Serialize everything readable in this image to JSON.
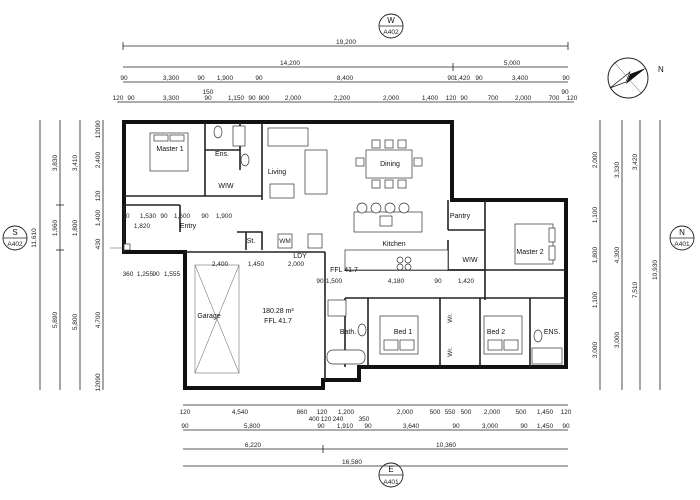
{
  "markers": {
    "west": {
      "letter": "W",
      "ref": "A402"
    },
    "south": {
      "letter": "S",
      "ref": "A402"
    },
    "north": {
      "letter": "N",
      "ref": "A401"
    },
    "east": {
      "letter": "E",
      "ref": "A401"
    }
  },
  "compass_label": "N",
  "rooms": {
    "master1": "Master 1",
    "ens_top": "Ens.",
    "wiw_top": "WIW",
    "living": "Living",
    "dining": "Dining",
    "kitchen": "Kitchen",
    "pantry": "Pantry",
    "entry": "Entry",
    "store": "St.",
    "wm": "WM",
    "ldy": "LDY",
    "ffl_ldy": "FFL 41.7",
    "wiw_mid": "WIW",
    "master2": "Master 2",
    "garage": "Garage",
    "garage_area": "180.28 m²",
    "garage_ffl": "FFL 41.7",
    "bath": "Bath.",
    "bed1": "Bed 1",
    "bed2": "Bed 2",
    "ens_right": "ENS.",
    "wr1": "Wr.",
    "wr2": "Wr."
  },
  "dims": {
    "top_overall": "19,200",
    "top_a": "14,200",
    "top_b": "5,000",
    "top_row1": [
      "90",
      "3,300",
      "90",
      "1,900",
      "90",
      "8,400",
      "90",
      "1,420",
      "90",
      "3,400",
      "90"
    ],
    "top_row2": [
      "120",
      "90",
      "3,300",
      "150",
      "90",
      "1,150",
      "90",
      "800",
      "2,000",
      "2,200",
      "2,000",
      "1,400",
      "120",
      "90",
      "700",
      "2,000",
      "700",
      "90",
      "120"
    ],
    "left_outer": [
      "3,830",
      "1,960",
      "5,890"
    ],
    "left_total": "11,610",
    "left_inner": [
      "3,410",
      "1,800",
      "5,800"
    ],
    "left_row3": [
      "90",
      "120",
      "2,400",
      "120",
      "1,400",
      "430",
      "4,700",
      "90",
      "120"
    ],
    "entry_row": [
      "1,530",
      "1,600",
      "1,900",
      "1,820"
    ],
    "entry_misc": [
      "90",
      "90",
      "90"
    ],
    "ldy_row": [
      "1,255",
      "1,555",
      "2,400",
      "1,450",
      "2,000",
      "1,500",
      "90"
    ],
    "garage_side": [
      "360",
      "90"
    ],
    "kitchen_row": [
      "4,180",
      "1,420",
      "90"
    ],
    "right_inner": [
      "2,000",
      "1,100",
      "1,800",
      "1,100",
      "3,000"
    ],
    "right_mid": [
      "3,330",
      "4,300",
      "3,000"
    ],
    "right_outer": [
      "3,420",
      "7,510"
    ],
    "right_total": "10,930",
    "bottom_row1": [
      "120",
      "4,540",
      "860",
      "120",
      "1,200",
      "2,000",
      "500",
      "550",
      "500",
      "2,000",
      "500",
      "1,450",
      "120"
    ],
    "bottom_row1b": [
      "400",
      "120",
      "240",
      "350"
    ],
    "bottom_row2": [
      "90",
      "5,800",
      "90",
      "1,910",
      "90",
      "3,640",
      "90",
      "3,000",
      "90",
      "1,450",
      "90"
    ],
    "bottom_row3": [
      "6,220",
      "10,360"
    ],
    "bottom_total": "16,580"
  }
}
